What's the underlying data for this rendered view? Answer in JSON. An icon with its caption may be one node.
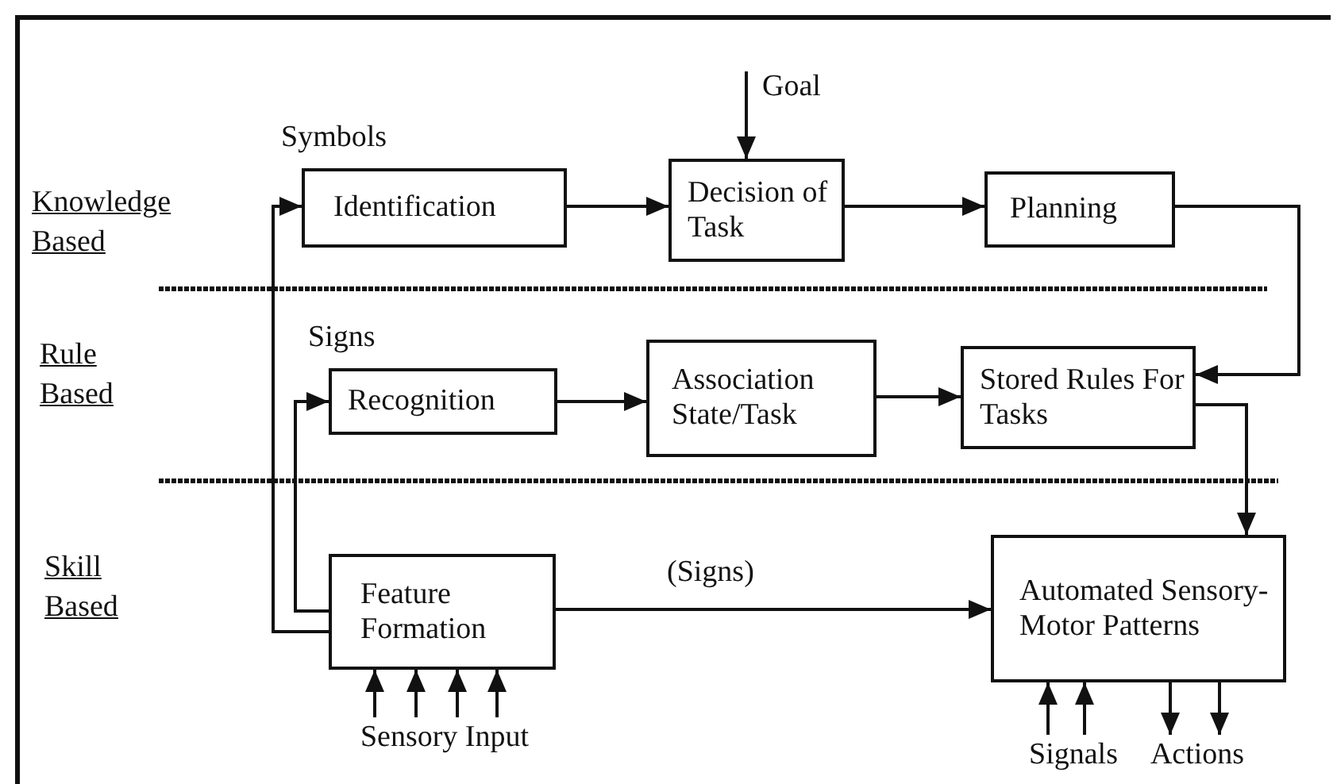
{
  "diagram": {
    "nodes": [
      {
        "text": [
          "Identification"
        ],
        "beside": [
          "Symbols"
        ]
      },
      {
        "text": [
          "Decision of Task"
        ]
      },
      {
        "text": [
          "Planning"
        ]
      },
      {
        "text": [
          "Recognition"
        ],
        "beside": [
          "Signs"
        ]
      },
      {
        "text": [
          "Association State/Task"
        ]
      },
      {
        "text": [
          "Stored Rules For Tasks"
        ]
      },
      {
        "text": [
          "Feature Formation"
        ]
      },
      {
        "text": [
          "Automated Sensory-Motor Patterns"
        ]
      },
      {
        "text": [
          "Sensory Input"
        ]
      },
      {
        "text": [
          "Signals"
        ]
      },
      {
        "text": [
          "Actions"
        ]
      }
    ],
    "edges": [
      {
        "from": null,
        "to": 1,
        "arrow": "to",
        "label": "Goal"
      },
      {
        "from": 0,
        "to": 1,
        "arrow": "to"
      },
      {
        "from": 1,
        "to": 2,
        "arrow": "to"
      },
      {
        "from": 2,
        "to": 5,
        "arrow": "to"
      },
      {
        "from": 3,
        "to": 4,
        "arrow": "to"
      },
      {
        "from": 4,
        "to": 5,
        "arrow": "to"
      },
      {
        "from": 5,
        "to": 7,
        "arrow": "to"
      },
      {
        "from": 6,
        "to": 0,
        "arrow": "to"
      },
      {
        "from": 6,
        "to": 3,
        "arrow": "to"
      },
      {
        "from": 6,
        "to": 7,
        "arrow": "to",
        "label": "(Signs)"
      },
      {
        "from": 8,
        "to": 6,
        "arrow": "to"
      },
      {
        "from": 8,
        "to": 6,
        "arrow": "to"
      },
      {
        "from": 8,
        "to": 6,
        "arrow": "to"
      },
      {
        "from": 8,
        "to": 6,
        "arrow": "to"
      },
      {
        "from": 9,
        "to": 7,
        "arrow": "to"
      },
      {
        "from": 9,
        "to": 7,
        "arrow": "to"
      },
      {
        "from": 7,
        "to": 10,
        "arrow": "to"
      },
      {
        "from": 7,
        "to": 10,
        "arrow": "to"
      }
    ],
    "labels": [
      "Knowledge Based",
      "Rule Based",
      "Skill Based"
    ]
  }
}
